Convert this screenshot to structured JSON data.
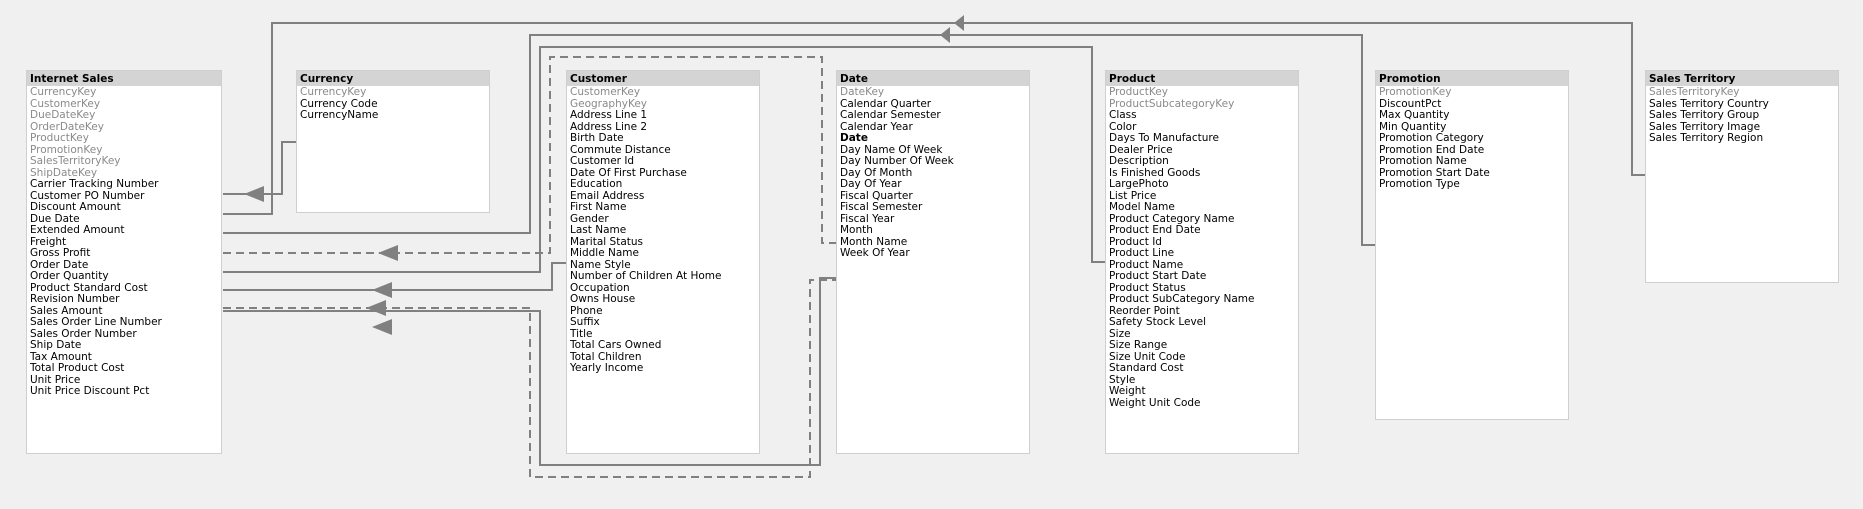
{
  "tables": [
    {
      "id": "internet-sales",
      "title": "Internet Sales",
      "keys": [
        "CurrencyKey",
        "CustomerKey",
        "DueDateKey",
        "OrderDateKey",
        "ProductKey",
        "PromotionKey",
        "SalesTerritoryKey",
        "ShipDateKey"
      ],
      "fields": [
        "Carrier Tracking Number",
        "Customer PO Number",
        "Discount Amount",
        "Due Date",
        "Extended Amount",
        "Freight",
        "Gross Profit",
        "Order Date",
        "Order Quantity",
        "Product Standard Cost",
        "Revision Number",
        "Sales Amount",
        "Sales Order Line Number",
        "Sales Order Number",
        "Ship Date",
        "Tax Amount",
        "Total Product Cost",
        "Unit Price",
        "Unit Price Discount Pct"
      ]
    },
    {
      "id": "currency",
      "title": "Currency",
      "keys": [
        "CurrencyKey"
      ],
      "fields": [
        "Currency Code",
        "CurrencyName"
      ]
    },
    {
      "id": "customer",
      "title": "Customer",
      "keys": [
        "CustomerKey",
        "GeographyKey"
      ],
      "fields": [
        "Address Line 1",
        "Address Line 2",
        "Birth Date",
        "Commute Distance",
        "Customer Id",
        "Date Of First Purchase",
        "Education",
        "Email Address",
        "First Name",
        "Gender",
        "Last Name",
        "Marital Status",
        "Middle Name",
        "Name Style",
        "Number of Children At Home",
        "Occupation",
        "Owns House",
        "Phone",
        "Suffix",
        "Title",
        "Total Cars Owned",
        "Total Children",
        "Yearly Income"
      ]
    },
    {
      "id": "date",
      "title": "Date",
      "keys": [
        "DateKey"
      ],
      "fields": [
        "Calendar Quarter",
        "Calendar Semester",
        "Calendar Year",
        "Date",
        "Day Name Of Week",
        "Day Number Of Week",
        "Day Of Month",
        "Day Of Year",
        "Fiscal Quarter",
        "Fiscal Semester",
        "Fiscal Year",
        "Month",
        "Month Name",
        "Week Of Year"
      ],
      "bold_field": "Date"
    },
    {
      "id": "product",
      "title": "Product",
      "keys": [
        "ProductKey",
        "ProductSubcategoryKey"
      ],
      "fields": [
        "Class",
        "Color",
        "Days To Manufacture",
        "Dealer Price",
        "Description",
        "Is Finished Goods",
        "LargePhoto",
        "List Price",
        "Model Name",
        "Product Category Name",
        "Product End Date",
        "Product Id",
        "Product Line",
        "Product Name",
        "Product Start Date",
        "Product Status",
        "Product SubCategory Name",
        "Reorder Point",
        "Safety Stock Level",
        "Size",
        "Size Range",
        "Size Unit Code",
        "Standard Cost",
        "Style",
        "Weight",
        "Weight Unit Code"
      ]
    },
    {
      "id": "promotion",
      "title": "Promotion",
      "keys": [
        "PromotionKey"
      ],
      "fields": [
        "DiscountPct",
        "Max Quantity",
        "Min Quantity",
        "Promotion Category",
        "Promotion End Date",
        "Promotion Name",
        "Promotion Start Date",
        "Promotion Type"
      ]
    },
    {
      "id": "sales-territory",
      "title": "Sales Territory",
      "keys": [
        "SalesTerritoryKey"
      ],
      "fields": [
        "Sales Territory Country",
        "Sales Territory Group",
        "Sales Territory Image",
        "Sales Territory Region"
      ]
    }
  ],
  "colors": {
    "background": "#f0f0f0",
    "header": "#d4d4d4",
    "key_text": "#8a8a8a",
    "line": "#808080"
  }
}
